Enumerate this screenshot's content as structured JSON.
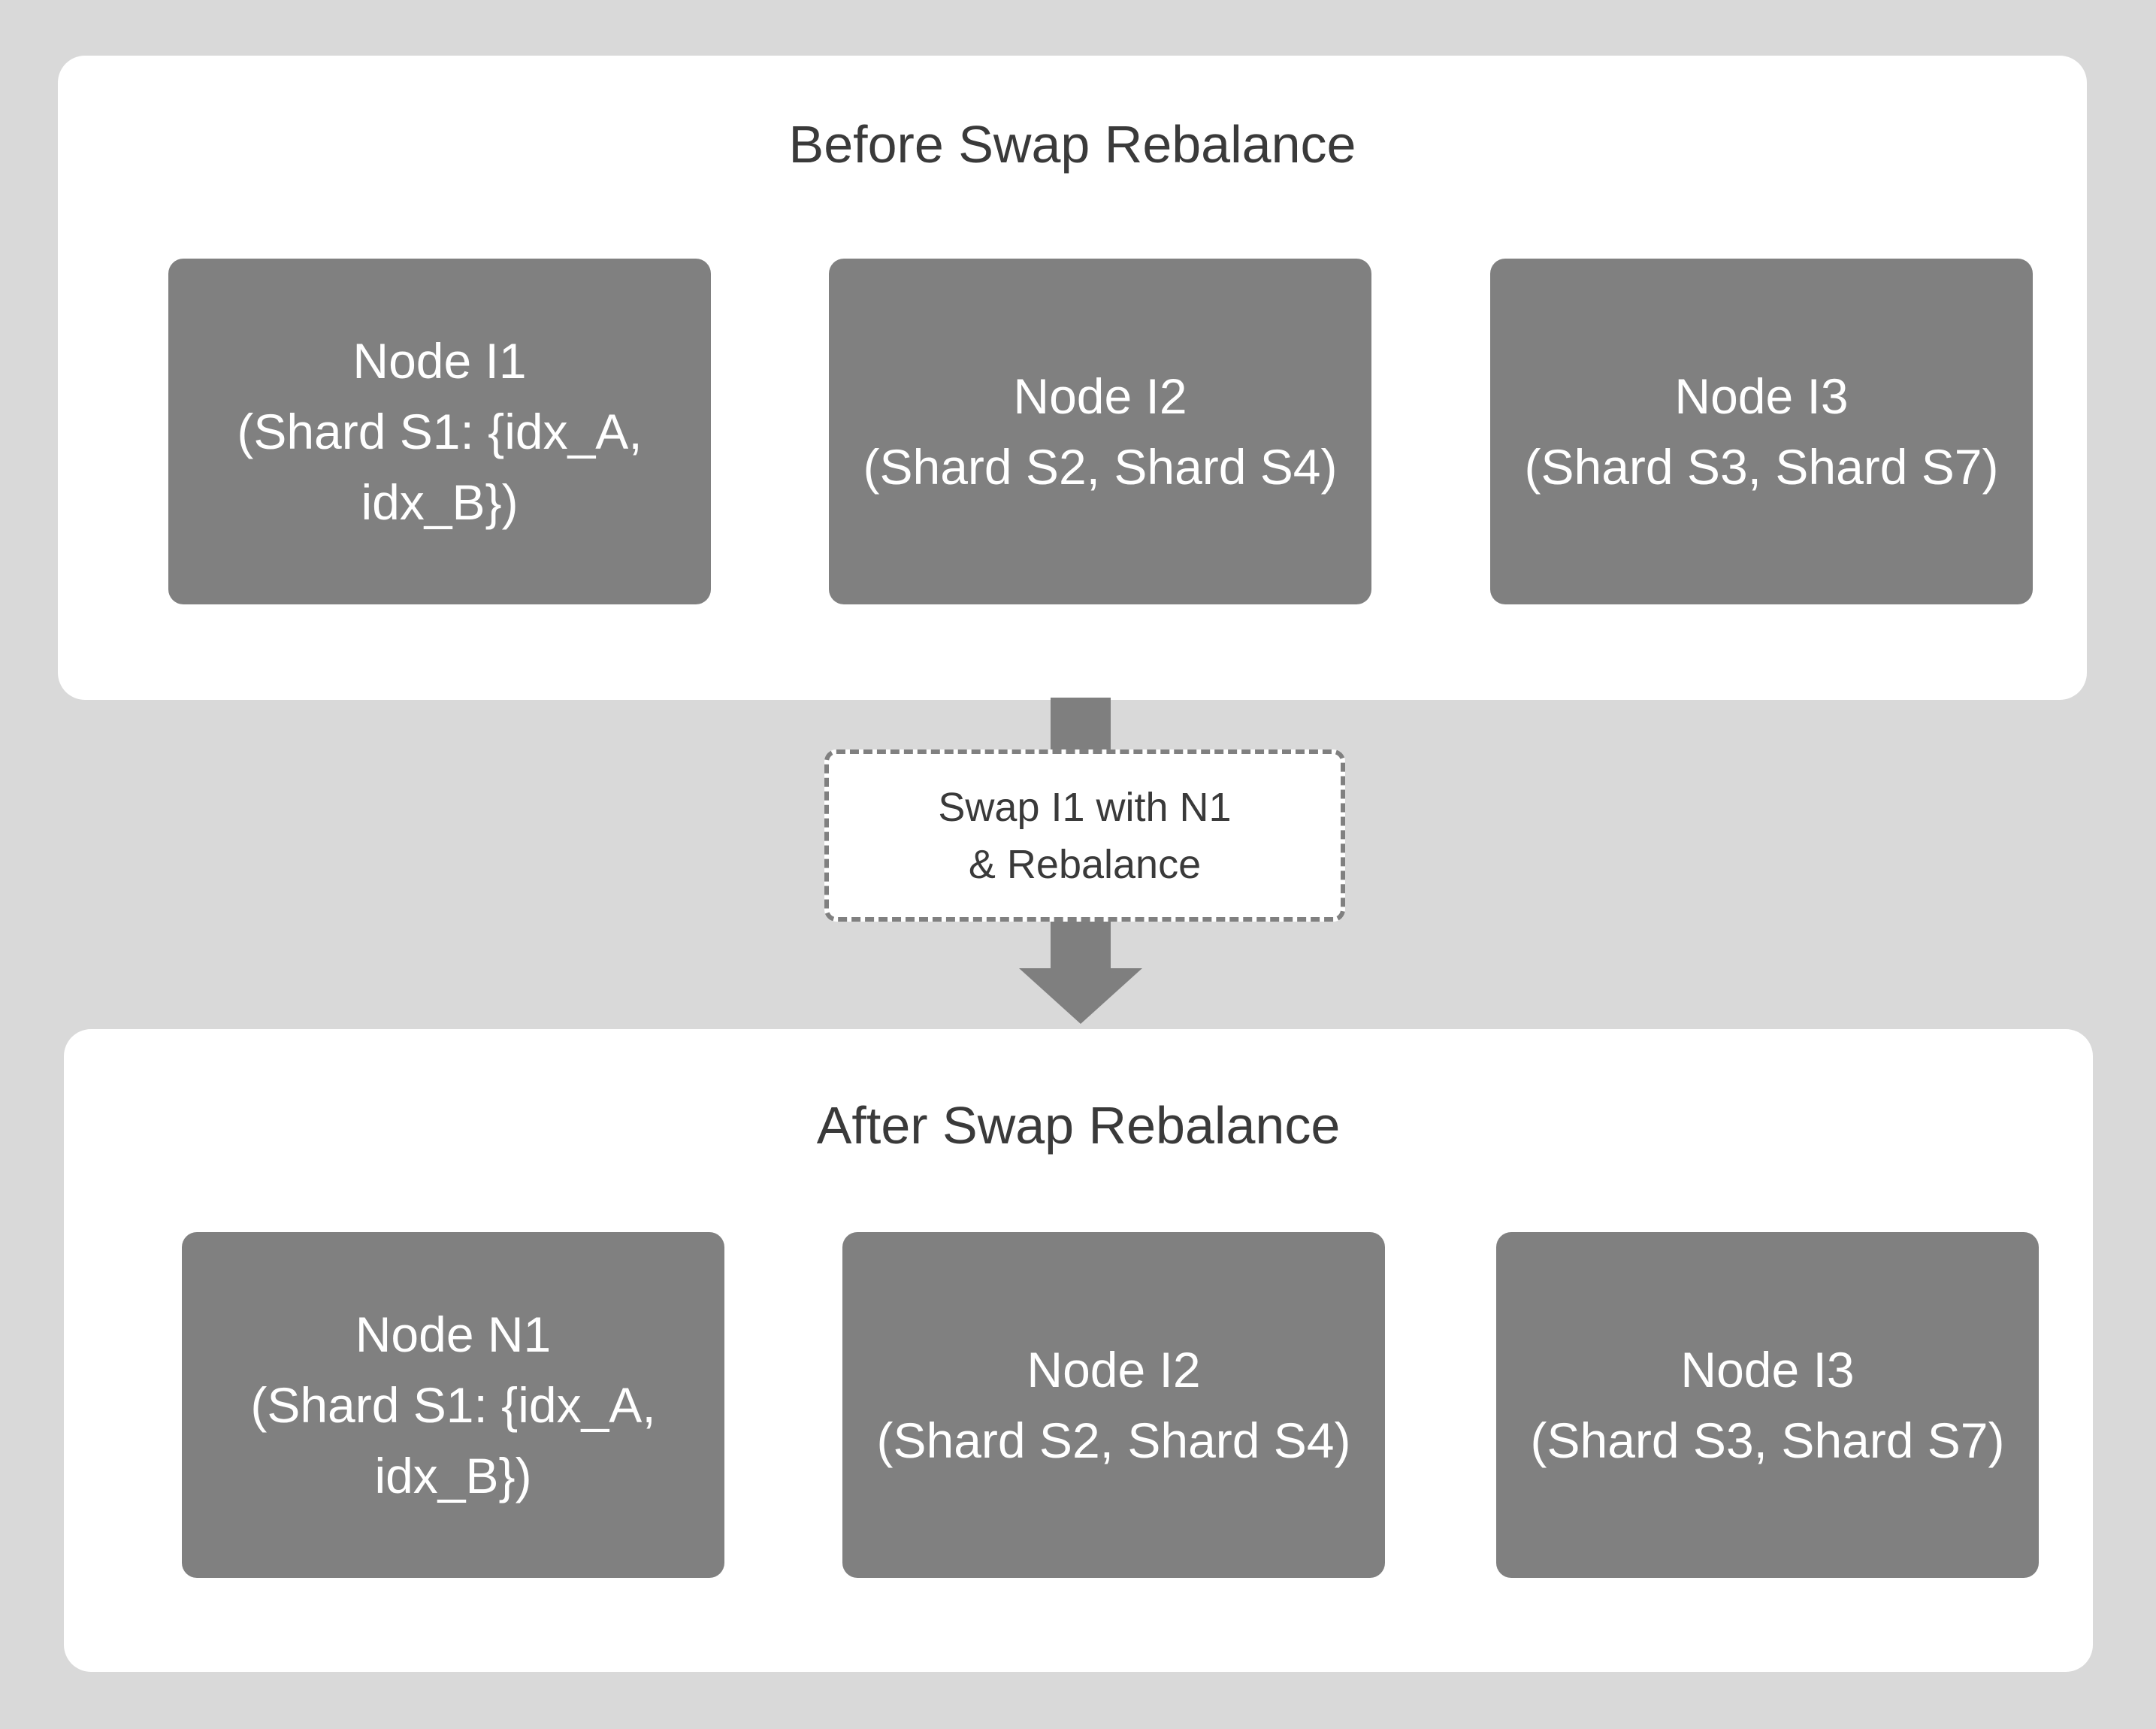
{
  "before": {
    "title": "Before Swap Rebalance",
    "nodes": [
      {
        "text": "Node I1\n(Shard S1: {idx_A,\nidx_B})"
      },
      {
        "text": "Node I2\n(Shard S2, Shard S4)"
      },
      {
        "text": "Node I3\n(Shard S3, Shard S7)"
      }
    ]
  },
  "transition": {
    "label": "Swap I1 with N1\n& Rebalance"
  },
  "after": {
    "title": "After Swap Rebalance",
    "nodes": [
      {
        "text": "Node N1\n(Shard S1: {idx_A,\nidx_B})"
      },
      {
        "text": "Node I2\n(Shard S2, Shard S4)"
      },
      {
        "text": "Node I3\n(Shard S3, Shard S7)"
      }
    ]
  },
  "colors": {
    "background": "#d9d9d9",
    "panel": "#ffffff",
    "node": "#808080",
    "arrow": "#7f7f7f",
    "title_text": "#3a3a3a"
  }
}
